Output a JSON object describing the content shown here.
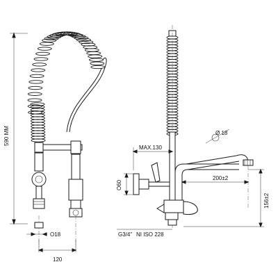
{
  "dimensions": {
    "height_total": "590 MM",
    "max_reach": "MAX.130",
    "spout_diameter": "Ø 18",
    "spout_length": "200±2",
    "spout_height": "156±2",
    "wall_diameter": "O60",
    "pipe_diameter": "O18",
    "base_spacing": "120",
    "thread": "G3/4\"",
    "standard": "NI ISO 228"
  }
}
